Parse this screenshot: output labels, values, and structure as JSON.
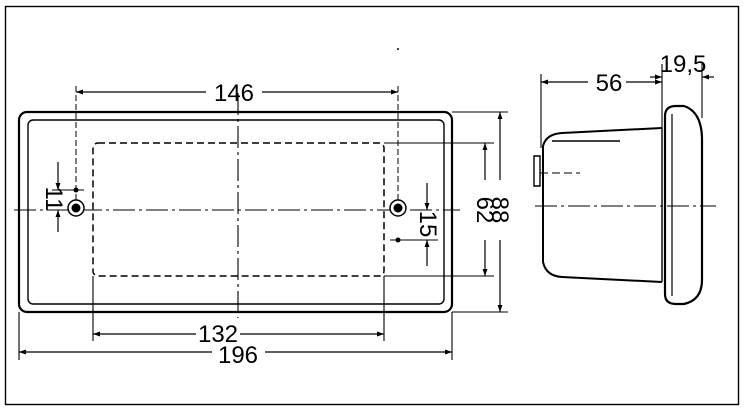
{
  "diagram": {
    "dimensions": {
      "hole_spacing": "146",
      "lens_width": "132",
      "overall_width": "196",
      "hole_offset_left": "11",
      "hole_offset_right": "15",
      "lens_height": "62",
      "overall_height": "88",
      "body_depth": "56",
      "lens_depth": "19,5"
    }
  }
}
